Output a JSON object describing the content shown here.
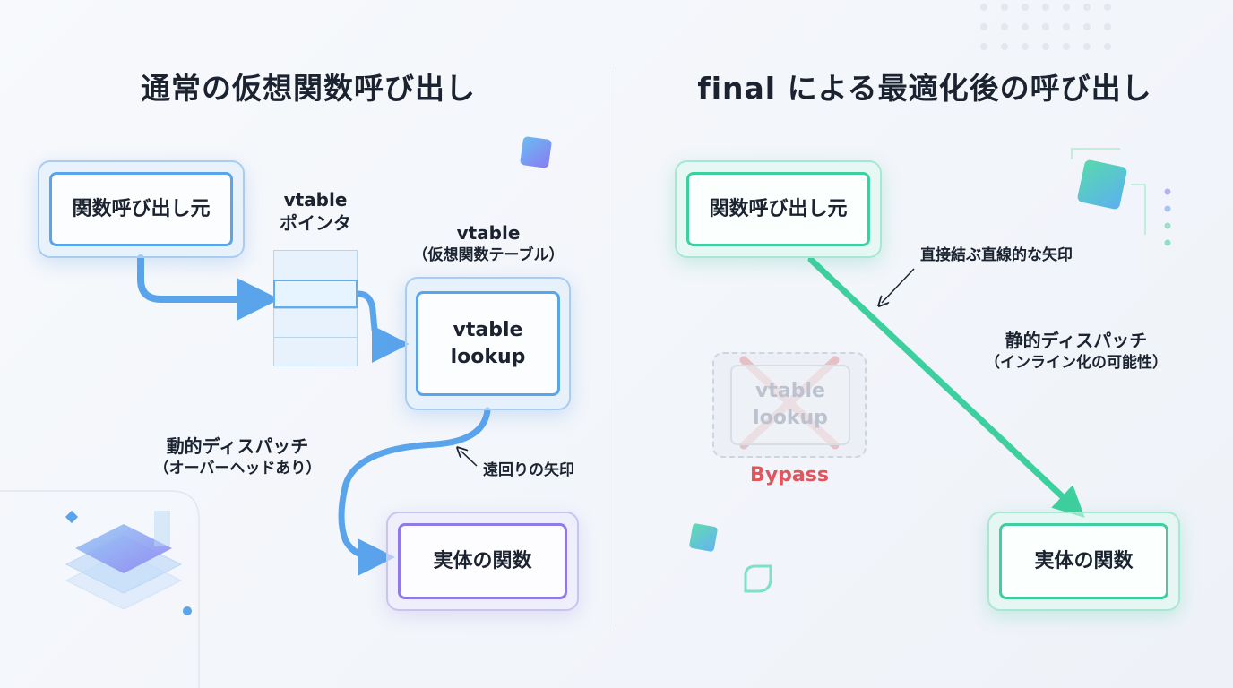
{
  "titles": {
    "left": "通常の仮想関数呼び出し",
    "right": "final による最適化後の呼び出し"
  },
  "left": {
    "caller": "関数呼び出し元",
    "vtable_pointer_line1": "vtable",
    "vtable_pointer_line2": "ポインタ",
    "vtable_title": "vtable",
    "vtable_subtitle": "（仮想関数テーブル）",
    "lookup_line1": "vtable",
    "lookup_line2": "lookup",
    "dispatch_line1": "動的ディスパッチ",
    "dispatch_line2": "（オーバーヘッドあり）",
    "detour_arrow": "遠回りの矢印",
    "target": "実体の関数"
  },
  "right": {
    "caller": "関数呼び出し元",
    "direct_arrow": "直接結ぶ直線的な矢印",
    "dispatch_line1": "静的ディスパッチ",
    "dispatch_line2": "（インライン化の可能性）",
    "ghost_line1": "vtable",
    "ghost_line2": "lookup",
    "bypass": "Bypass",
    "target": "実体の関数"
  },
  "colors": {
    "blue_arrow": "#5aa4ec",
    "teal_arrow": "#3ecf9e",
    "cross": "#e57d80",
    "bypass": "#e2555a"
  },
  "icons": [
    "arrow-right-icon",
    "cross-icon",
    "decorative-cube-icon",
    "decorative-layers-icon"
  ]
}
